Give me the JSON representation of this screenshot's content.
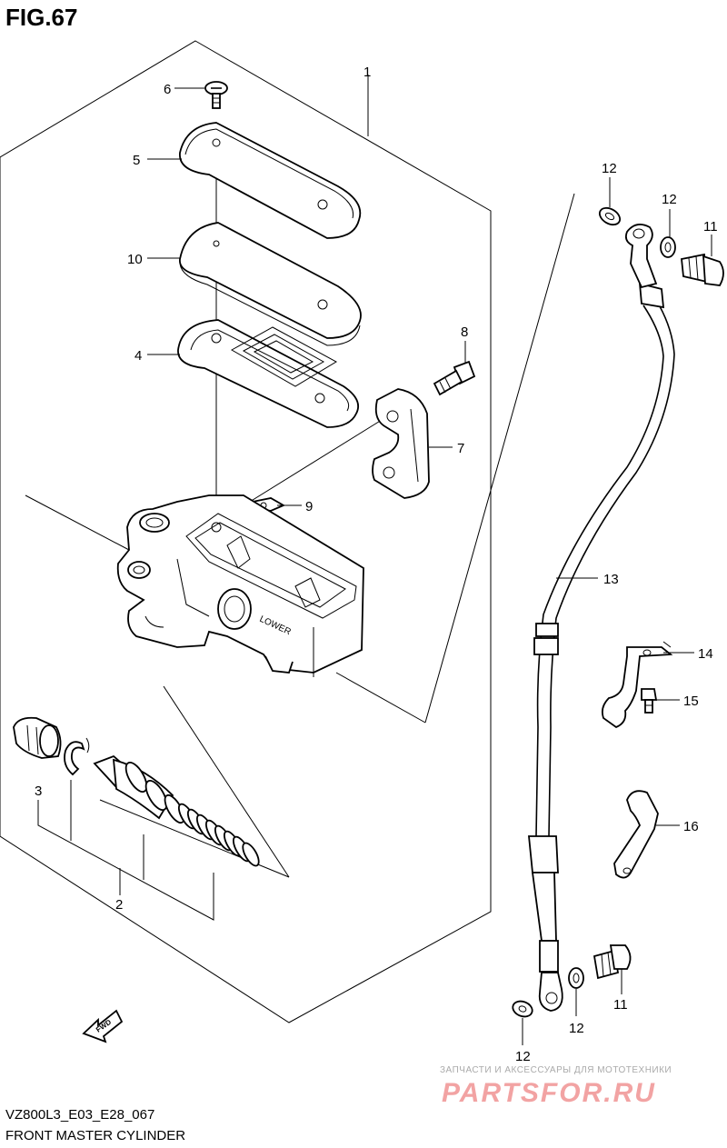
{
  "figure": {
    "title": "FIG.67",
    "code": "VZ800L3_E03_E28_067",
    "name": "FRONT MASTER CYLINDER"
  },
  "callouts": [
    "1",
    "2",
    "3",
    "4",
    "5",
    "6",
    "7",
    "8",
    "9",
    "10",
    "11",
    "11",
    "12",
    "12",
    "12",
    "12",
    "13",
    "14",
    "15",
    "16"
  ],
  "fwd_label": "FWD",
  "lower_label": "LOWER",
  "watermark": {
    "caption": "ЗАПЧАСТИ И АКСЕССУАРЫ ДЛЯ МОТОТЕХНИКИ",
    "logo": "PARTSFOR.RU"
  }
}
